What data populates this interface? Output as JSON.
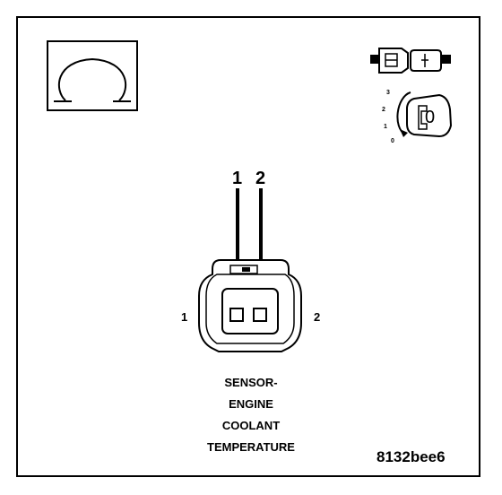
{
  "pins_top": [
    "1",
    "2"
  ],
  "pins_side": [
    "1",
    "2"
  ],
  "caption": [
    "SENSOR-",
    "ENGINE",
    "COOLANT",
    "TEMPERATURE"
  ],
  "diagram_code": "8132bee6",
  "ignition_positions": [
    "3",
    "2",
    "1",
    "0"
  ],
  "ignition_key_label": "0",
  "icons": {
    "meter": "ohm-symbol-icon",
    "connector": "disconnected-connector-icon",
    "ignition": "ignition-key-icon"
  }
}
